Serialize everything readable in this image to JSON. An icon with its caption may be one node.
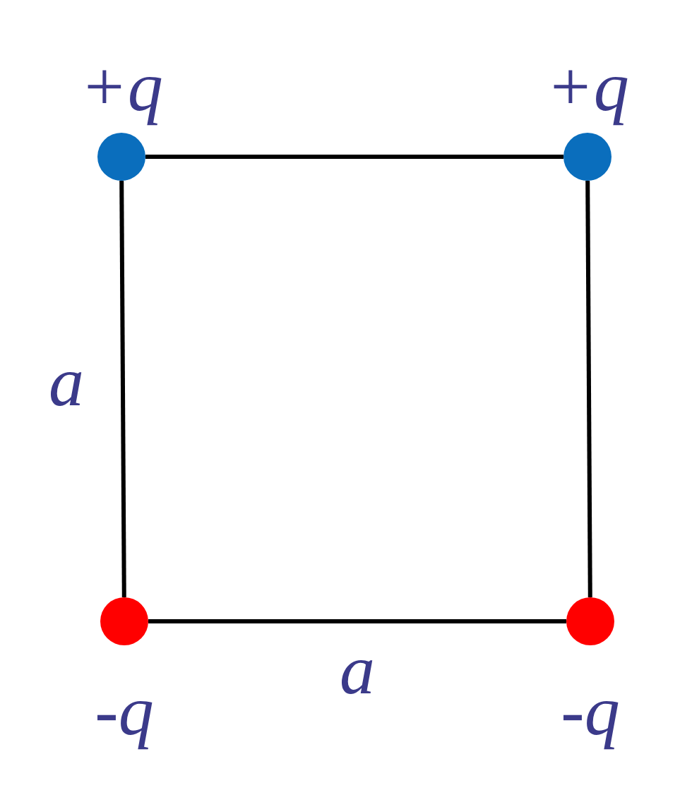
{
  "diagram": {
    "nodes": [
      {
        "text": [],
        "shape": "circle",
        "beside": [
          "+q"
        ]
      },
      {
        "text": [],
        "shape": "circle",
        "beside": [
          "+q"
        ]
      },
      {
        "text": [],
        "shape": "circle",
        "beside": [
          "-q"
        ]
      },
      {
        "text": [],
        "shape": "circle",
        "beside": [
          "-q"
        ]
      }
    ],
    "edges": [
      {
        "from": 0,
        "to": 1,
        "arrow": "none"
      },
      {
        "from": 0,
        "to": 2,
        "arrow": "none",
        "label": "a"
      },
      {
        "from": 1,
        "to": 3,
        "arrow": "none"
      },
      {
        "from": 2,
        "to": 3,
        "arrow": "none",
        "label": "a"
      }
    ]
  }
}
